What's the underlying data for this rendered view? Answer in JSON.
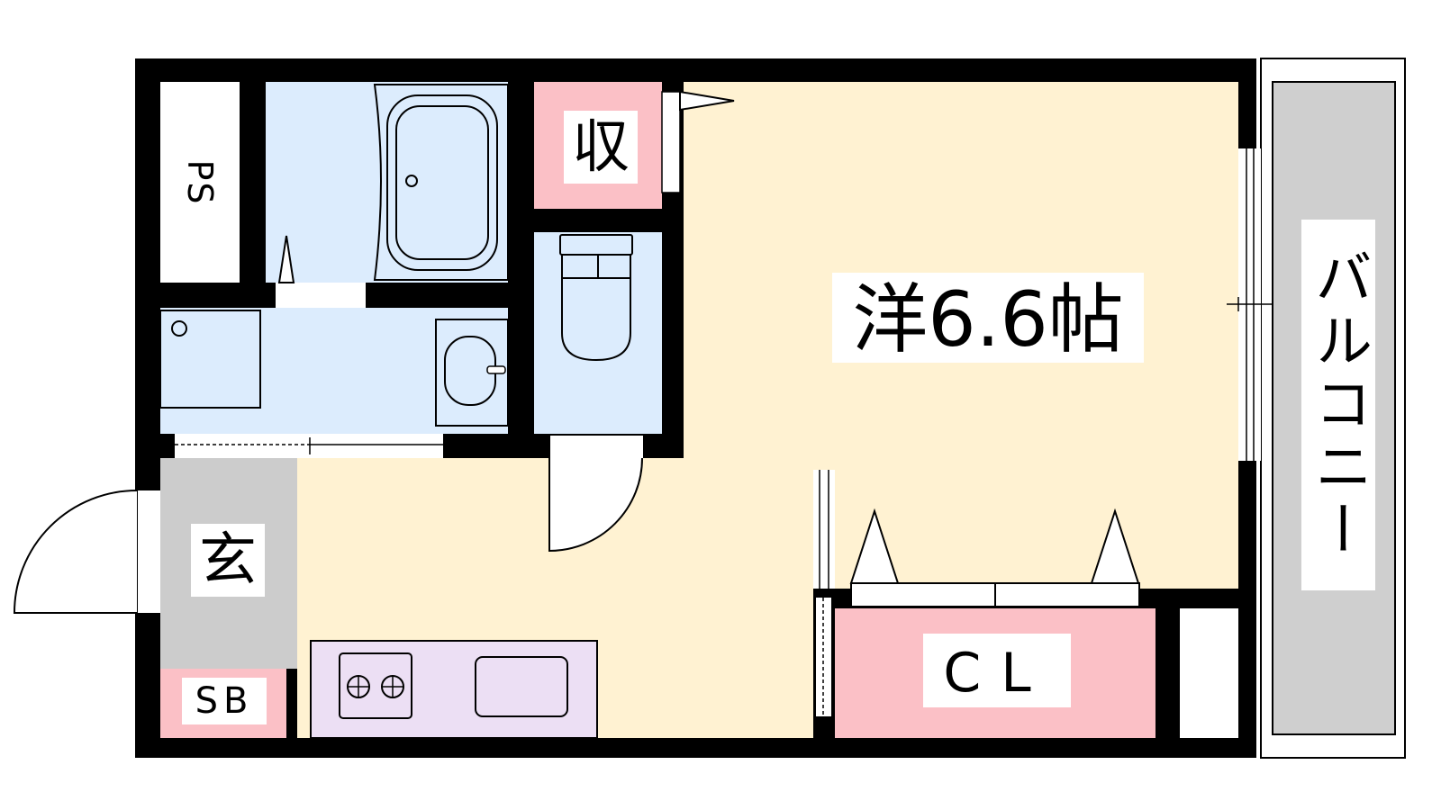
{
  "rooms": {
    "main_room": "洋6.6帖",
    "storage": "収",
    "pipe_space": "PS",
    "entrance": "玄",
    "shoe_box": "SB",
    "closet": "CL",
    "balcony": "バルコニー"
  },
  "colors": {
    "wall": "#000000",
    "room_floor": "#fff2d2",
    "wet_area": "#dcecfd",
    "storage": "#fbc0c6",
    "entrance": "#cccccc",
    "kitchen": "#ecdff4",
    "balcony": "#cfcfcf"
  },
  "fixtures": [
    "bathtub",
    "toilet",
    "washbasin",
    "washing-machine-pan",
    "two-burner-stove",
    "sink"
  ]
}
